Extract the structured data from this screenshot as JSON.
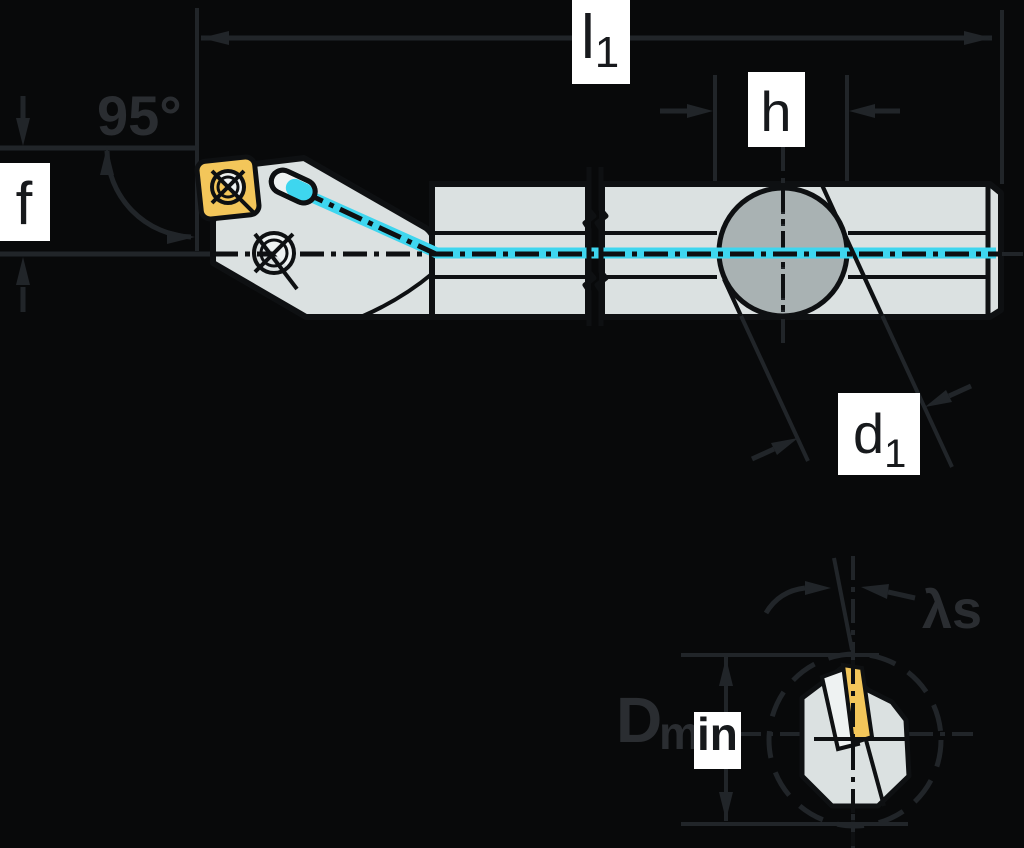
{
  "diagram": {
    "description": "Technical drawing of an internal boring bar with indexable insert, side view and cross-section view",
    "labels": {
      "angle": "95°",
      "f": "f",
      "l1_main": "l",
      "l1_sub": "1",
      "h": "h",
      "d1_main": "d",
      "d1_sub": "1",
      "dmin_d": "D",
      "dmin_m": "m",
      "dmin_in": "in",
      "lambda": "λs"
    },
    "colors": {
      "background": "#08090a",
      "body": "#dbe1e1",
      "body_bright": "#eef2f2",
      "insert_gold": "#f3c65a",
      "clamp_gray": "#a9b2b3",
      "coolant": "#3ed6ef",
      "outline": "#0e1012",
      "dim_line": "#212529",
      "dim_text": "#2a2d31",
      "label_bg": "#ffffff",
      "label_text": "#17191c"
    }
  }
}
